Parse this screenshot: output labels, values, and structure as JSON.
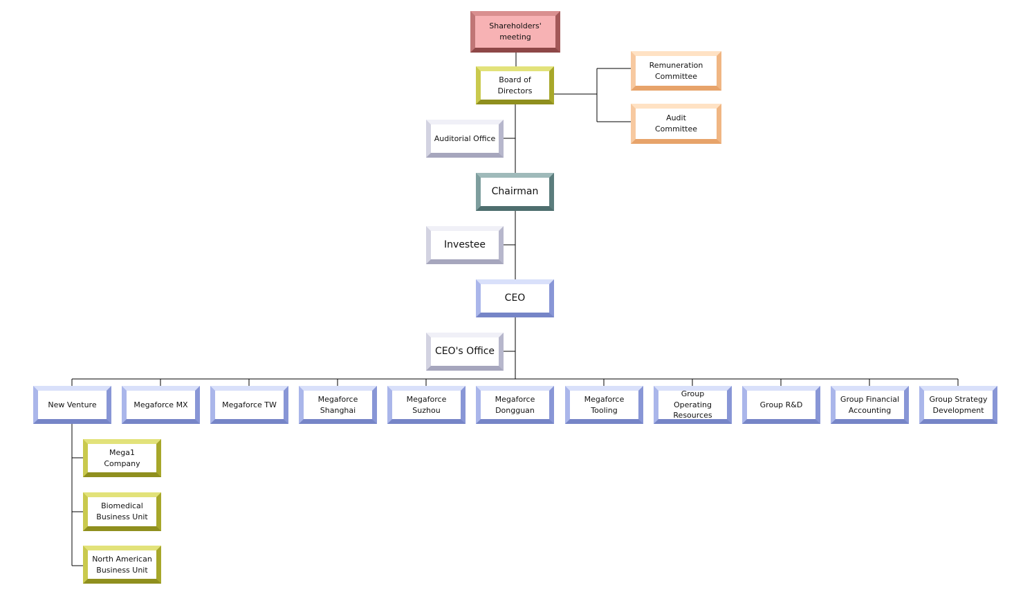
{
  "nodes": {
    "shareholders": "Shareholders' meeting",
    "board": "Board of Directors",
    "remuneration": "Remuneration\nCommittee",
    "audit": "Audit\nCommittee",
    "auditorial": "Auditorial Office",
    "chairman": "Chairman",
    "investee": "Investee",
    "ceo": "CEO",
    "ceo_office": "CEO's Office",
    "new_venture": "New Venture",
    "megaforce_mx": "Megaforce MX",
    "megaforce_tw": "Megaforce TW",
    "megaforce_shanghai": "Megaforce\nShanghai",
    "megaforce_suzhou": "Megaforce\nSuzhou",
    "megaforce_dongguan": "Megaforce\nDongguan",
    "megaforce_tooling": "Megaforce Tooling",
    "group_operating": "Group Operating\nResources",
    "group_rd": "Group R&D",
    "group_financial": "Group Financial\nAccounting",
    "group_strategy": "Group Strategy\nDevelopment",
    "mega1": "Mega1 Company",
    "biomedical": "Biomedical\nBusiness Unit",
    "north_american": "North American\nBusiness Unit"
  }
}
